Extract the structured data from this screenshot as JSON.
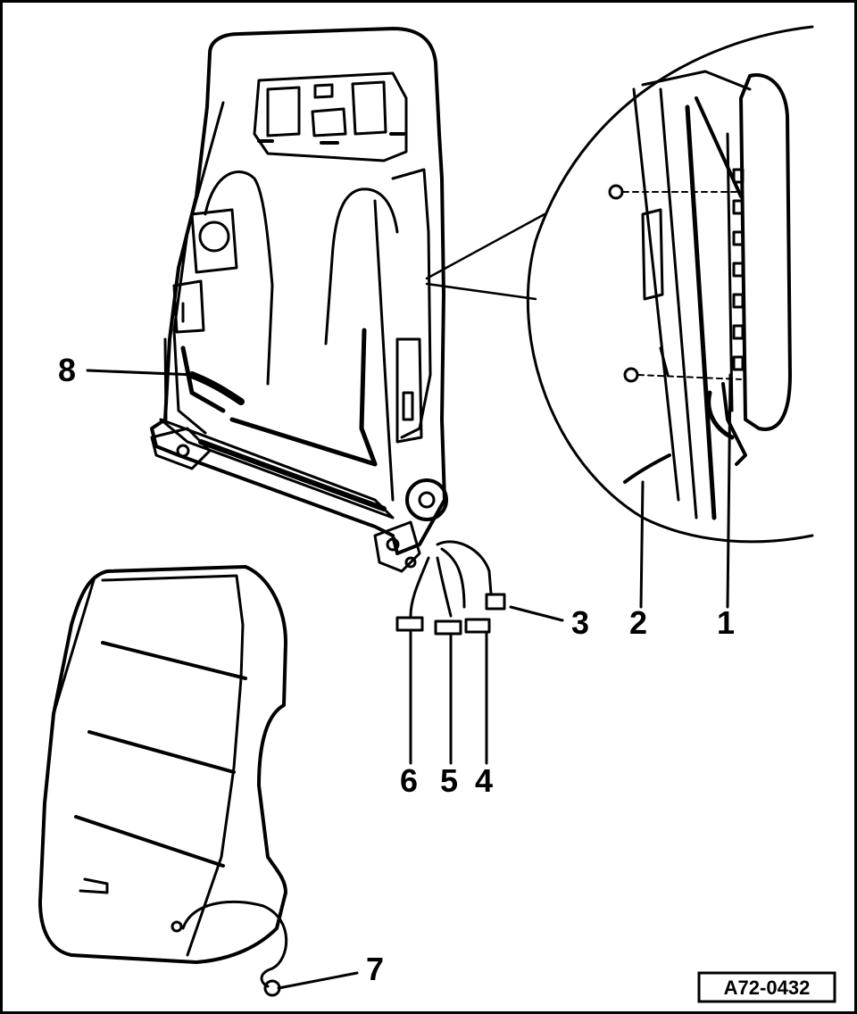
{
  "callouts": {
    "c1": "1",
    "c2": "2",
    "c3": "3",
    "c4": "4",
    "c5": "5",
    "c6": "6",
    "c7": "7",
    "c8": "8"
  },
  "figure_ref": "A72-0432",
  "icons": [
    "seat-backrest-frame",
    "detail-magnifier",
    "seat-backrest-cover",
    "wiring-connectors"
  ]
}
